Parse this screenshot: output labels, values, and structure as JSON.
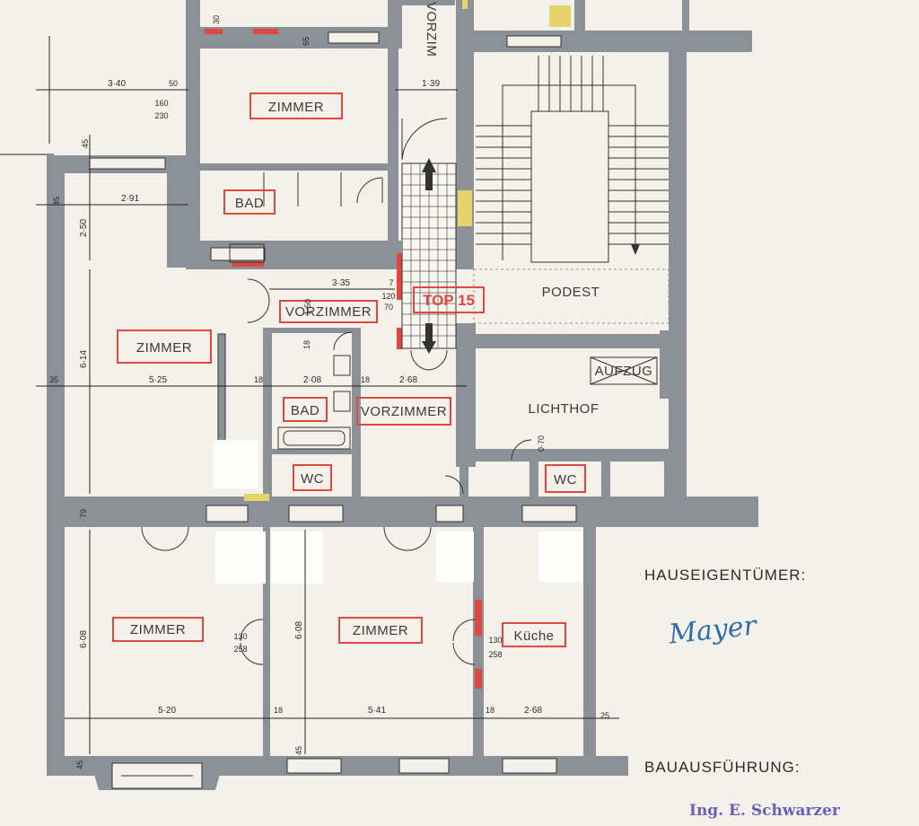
{
  "rooms": {
    "zimmer_top": "ZIMMER",
    "bad_top": "BAD",
    "zimmer_left": "ZIMMER",
    "vorzimmer_1": "VORZIMMER",
    "bad_mid": "BAD",
    "vorzimmer_2": "VORZIMMER",
    "wc_1": "WC",
    "wc_2": "WC",
    "zimmer_bl": "ZIMMER",
    "zimmer_bm": "ZIMMER",
    "kueche": "Küche",
    "podest": "PODEST",
    "lichthof": "LICHTHOF",
    "aufzug": "AUFZUG",
    "vorzim_vertical": "VORZIM",
    "top15": "TOP 15"
  },
  "dimensions": {
    "d340": "3·40",
    "d50": "50",
    "d160": "160",
    "d230": "230",
    "d139": "1·39",
    "d30": "30",
    "d65": "65",
    "d45a": "45",
    "d45b": "45",
    "d291": "2·91",
    "d250": "2·50",
    "d335": "3·35",
    "d7": "7",
    "d120": "120",
    "d70": "70",
    "d150": "1·50",
    "d614": "6·14",
    "d525": "5·25",
    "d35": "35",
    "d18a": "18",
    "d18b": "18",
    "d18c": "18",
    "d208": "2·08",
    "d268a": "2·68",
    "d070": "0·70",
    "d79": "79",
    "d608a": "6·08",
    "d608b": "6·08",
    "d520": "5·20",
    "d541": "5·41",
    "d268b": "2·68",
    "d18d": "18",
    "d18e": "18",
    "d25": "25",
    "d45c": "45",
    "d45d": "45",
    "d130": "130",
    "d258a": "258",
    "d130b": "130",
    "d258b": "258"
  },
  "legend": {
    "owner": "HAUSEIGENTÜMER:",
    "builder": "BAUAUSFÜHRUNG:",
    "signature": "Mayer",
    "stamp": "Ing. E. Schwarzer"
  },
  "colors": {
    "wall": "#8c9097",
    "red": "#e0473e",
    "yellow": "#e6d36a",
    "paper": "#f3f1ea"
  }
}
